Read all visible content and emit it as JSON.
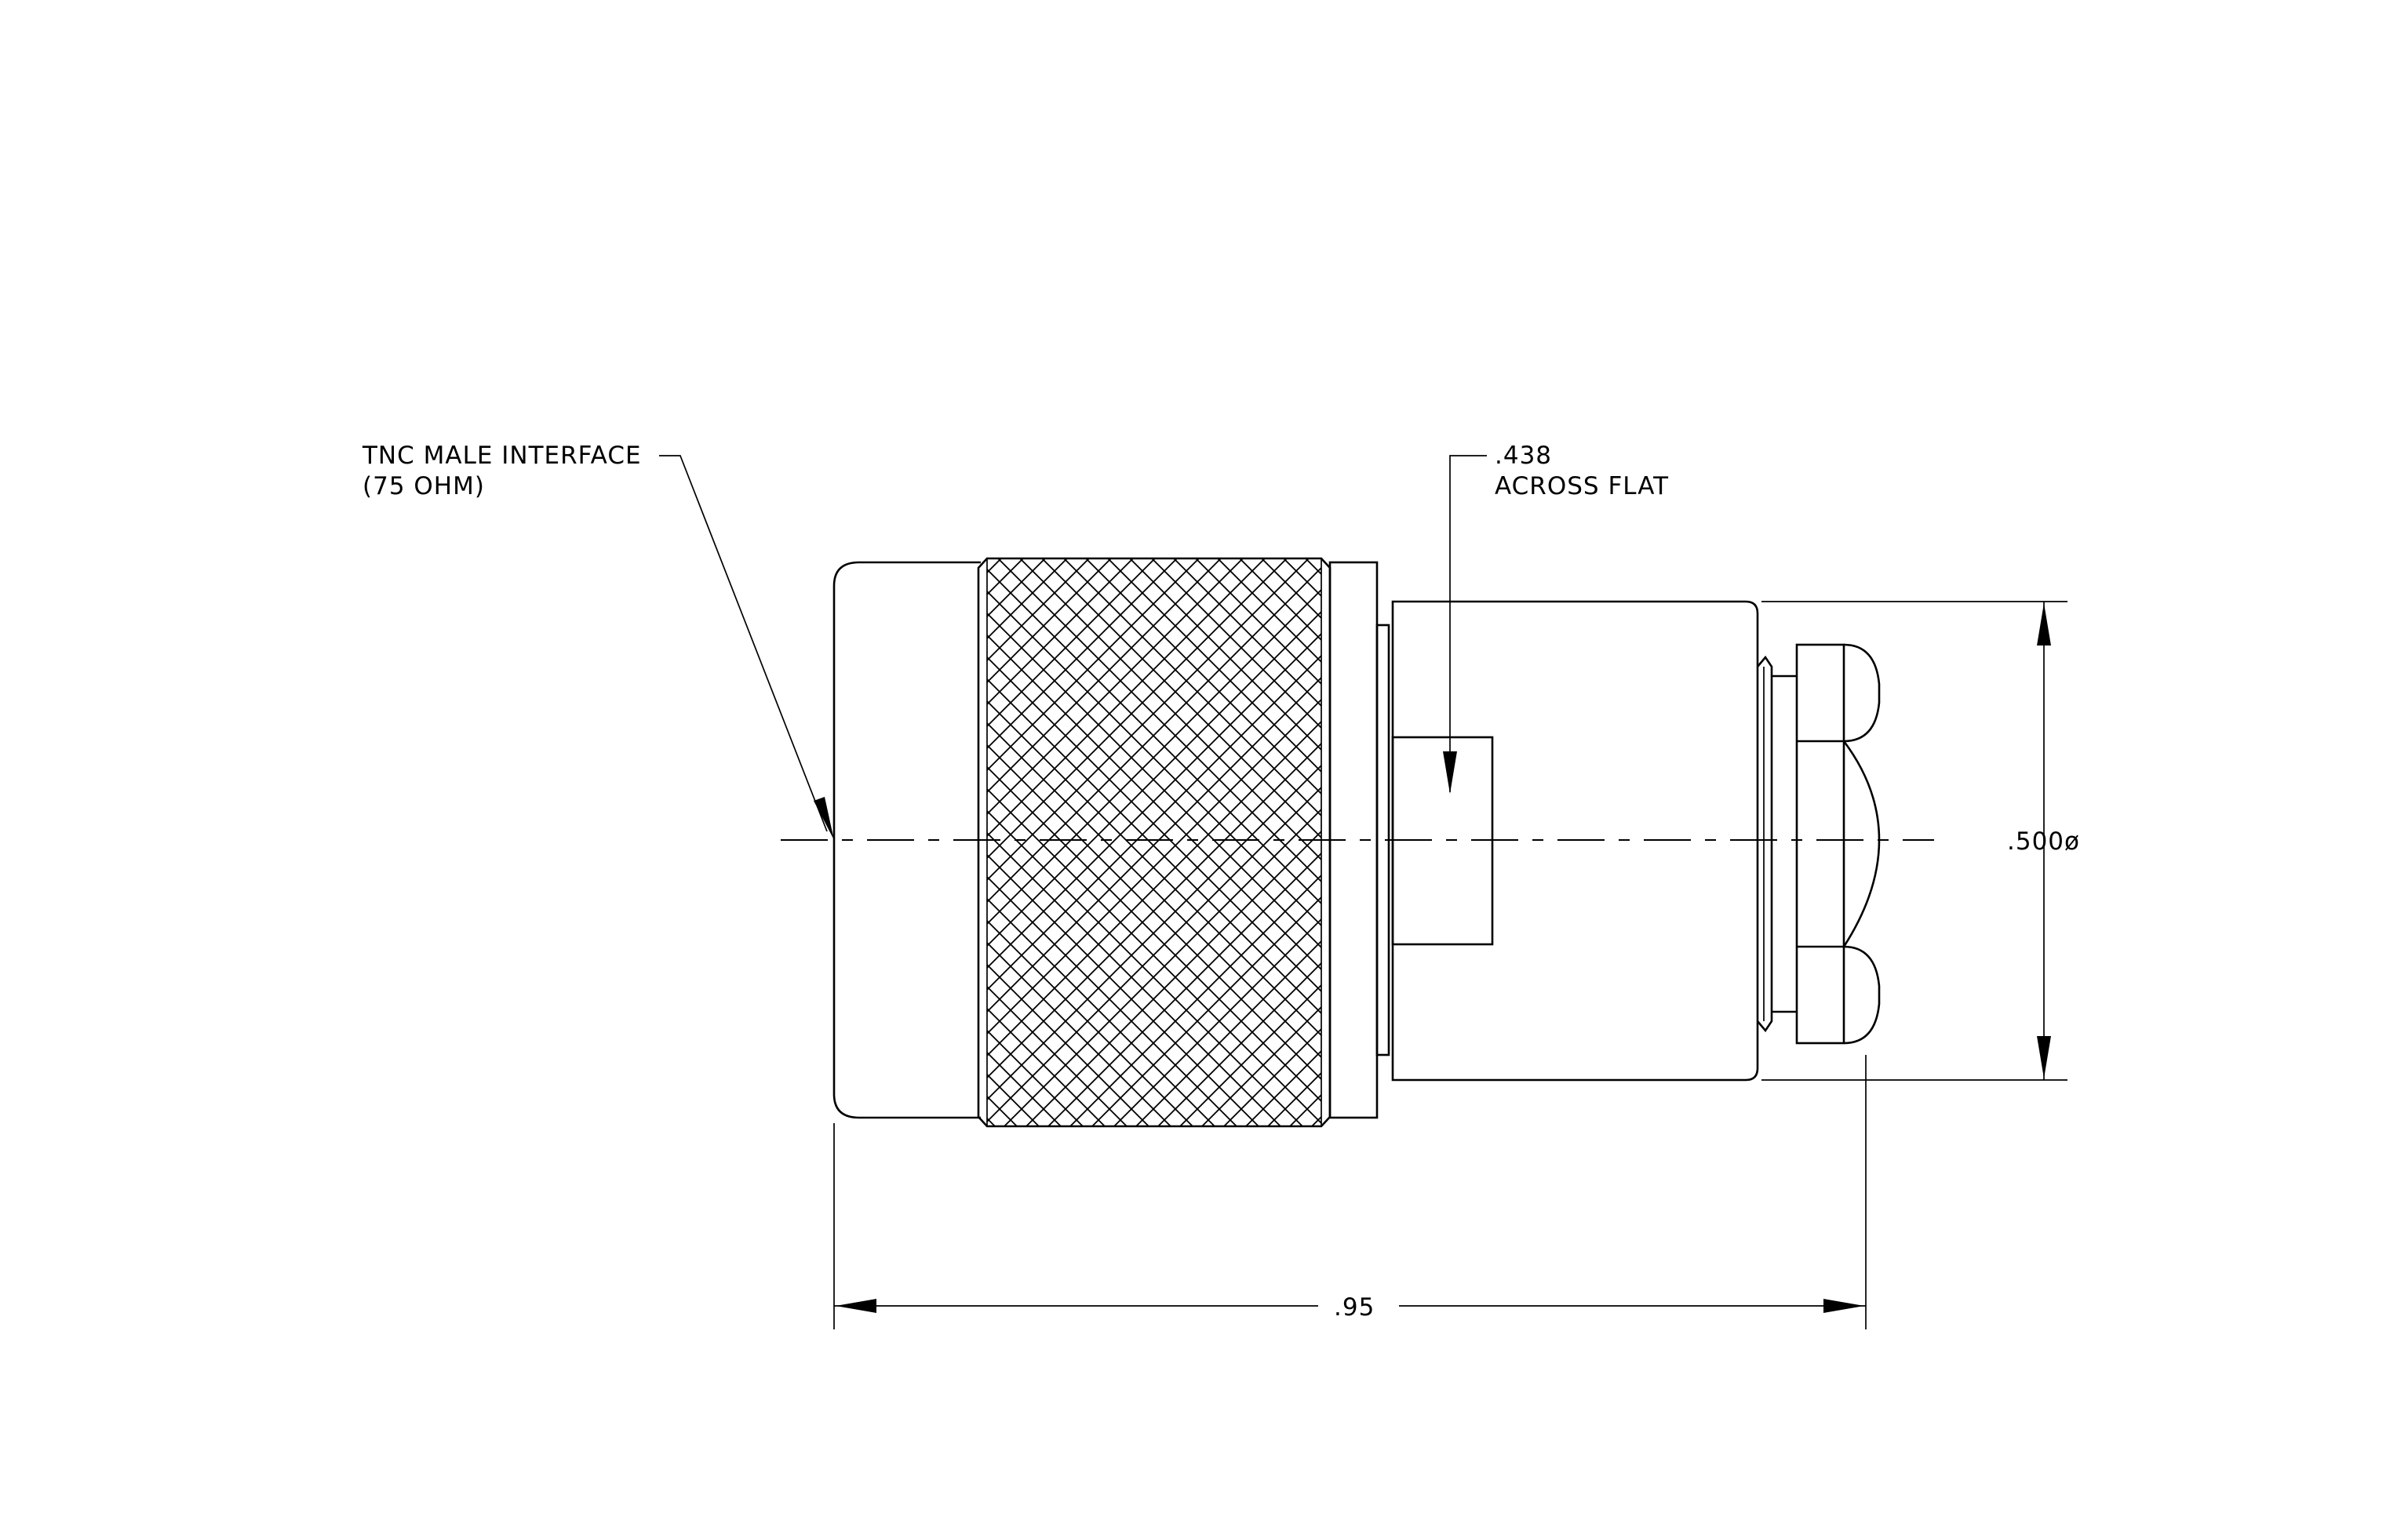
{
  "annotations": {
    "interface_line1": "TNC MALE INTERFACE",
    "interface_line2": "(75 OHM)",
    "flat_value": ".438",
    "flat_text": "ACROSS FLAT",
    "diameter": ".500ø",
    "length": ".95"
  }
}
